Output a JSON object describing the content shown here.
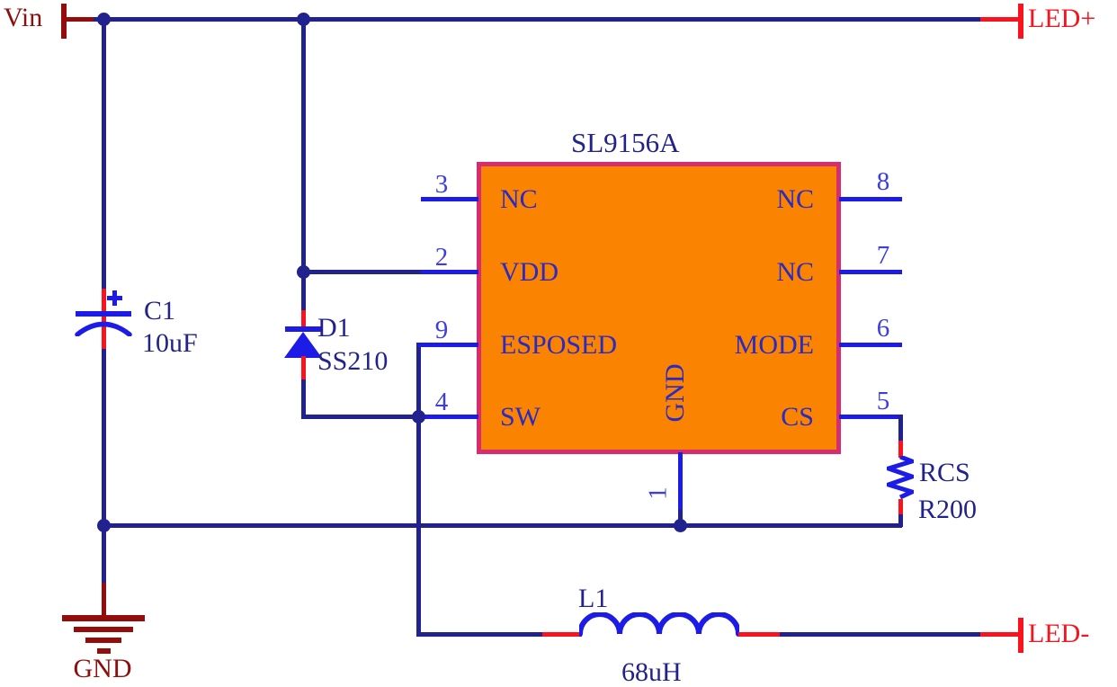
{
  "schematic": {
    "title": "SL9156A",
    "ports": {
      "vin": "Vin",
      "led_plus": "LED+",
      "led_minus": "LED-",
      "gnd": "GND"
    },
    "ic": {
      "name": "SL9156A",
      "left_pins": [
        {
          "num": "3",
          "label": "NC"
        },
        {
          "num": "2",
          "label": "VDD"
        },
        {
          "num": "9",
          "label": "ESPOSED"
        },
        {
          "num": "4",
          "label": "SW"
        }
      ],
      "right_pins": [
        {
          "num": "8",
          "label": "NC"
        },
        {
          "num": "7",
          "label": "NC"
        },
        {
          "num": "6",
          "label": "MODE"
        },
        {
          "num": "5",
          "label": "CS"
        }
      ],
      "bottom_pin": {
        "num": "1",
        "label": "GND"
      }
    },
    "components": {
      "capacitor": {
        "ref": "C1",
        "value": "10uF"
      },
      "diode": {
        "ref": "D1",
        "value": "SS210"
      },
      "resistor": {
        "ref": "RCS",
        "value": "R200"
      },
      "inductor": {
        "ref": "L1",
        "value": "68uH"
      }
    },
    "colors": {
      "wire_navy": "#22228E",
      "symbol_blue": "#1C1CE6",
      "pin_number_blue": "#3D3DE0",
      "pin_label_blue": "#2A2AC4",
      "ic_fill": "#FB8302",
      "ic_border": "#D62D6F",
      "port_maroon": "#8E0D0D",
      "net_red": "#F8141E"
    }
  }
}
